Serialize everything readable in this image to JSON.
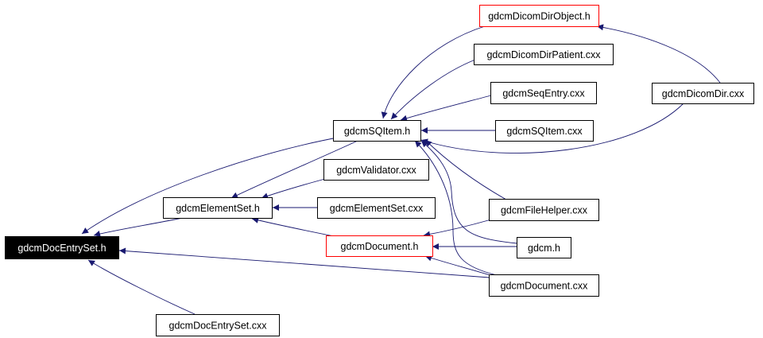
{
  "diagram": {
    "nodes": [
      {
        "id": "docentryset",
        "label": "gdcmDocEntrySet.h",
        "style": "root"
      },
      {
        "id": "elementset",
        "label": "gdcmElementSet.h",
        "style": "normal"
      },
      {
        "id": "docentryset_cxx",
        "label": "gdcmDocEntrySet.cxx",
        "style": "normal"
      },
      {
        "id": "sqitem_h",
        "label": "gdcmSQItem.h",
        "style": "normal"
      },
      {
        "id": "validator",
        "label": "gdcmValidator.cxx",
        "style": "normal"
      },
      {
        "id": "elementset_cxx",
        "label": "gdcmElementSet.cxx",
        "style": "normal"
      },
      {
        "id": "document_h",
        "label": "gdcmDocument.h",
        "style": "red"
      },
      {
        "id": "dicomdirobject",
        "label": "gdcmDicomDirObject.h",
        "style": "red"
      },
      {
        "id": "dicomdirpatient",
        "label": "gdcmDicomDirPatient.cxx",
        "style": "normal"
      },
      {
        "id": "seqentry",
        "label": "gdcmSeqEntry.cxx",
        "style": "normal"
      },
      {
        "id": "sqitem_cxx",
        "label": "gdcmSQItem.cxx",
        "style": "normal"
      },
      {
        "id": "filehelper",
        "label": "gdcmFileHelper.cxx",
        "style": "normal"
      },
      {
        "id": "gdcm_h",
        "label": "gdcm.h",
        "style": "normal"
      },
      {
        "id": "document_cxx",
        "label": "gdcmDocument.cxx",
        "style": "normal"
      },
      {
        "id": "dicomdir",
        "label": "gdcmDicomDir.cxx",
        "style": "normal"
      }
    ],
    "edges": [
      {
        "from": "sqitem_h",
        "to": "docentryset"
      },
      {
        "from": "elementset",
        "to": "docentryset"
      },
      {
        "from": "document_cxx",
        "to": "docentryset"
      },
      {
        "from": "docentryset_cxx",
        "to": "docentryset"
      },
      {
        "from": "sqitem_h",
        "to": "elementset"
      },
      {
        "from": "validator",
        "to": "elementset"
      },
      {
        "from": "elementset_cxx",
        "to": "elementset"
      },
      {
        "from": "document_h",
        "to": "elementset"
      },
      {
        "from": "dicomdirobject",
        "to": "sqitem_h"
      },
      {
        "from": "dicomdirpatient",
        "to": "sqitem_h"
      },
      {
        "from": "seqentry",
        "to": "sqitem_h"
      },
      {
        "from": "sqitem_cxx",
        "to": "sqitem_h"
      },
      {
        "from": "dicomdir",
        "to": "sqitem_h"
      },
      {
        "from": "filehelper",
        "to": "sqitem_h"
      },
      {
        "from": "gdcm_h",
        "to": "sqitem_h"
      },
      {
        "from": "document_cxx",
        "to": "sqitem_h"
      },
      {
        "from": "filehelper",
        "to": "document_h"
      },
      {
        "from": "gdcm_h",
        "to": "document_h"
      },
      {
        "from": "document_cxx",
        "to": "document_h"
      },
      {
        "from": "dicomdir",
        "to": "dicomdirobject"
      }
    ],
    "colors": {
      "edge": "#191970",
      "node_border": "#000000",
      "node_red_border": "#ff0000",
      "root_fill": "#000000",
      "root_text": "#ffffff",
      "node_fill": "#ffffff",
      "node_text": "#000000"
    }
  }
}
